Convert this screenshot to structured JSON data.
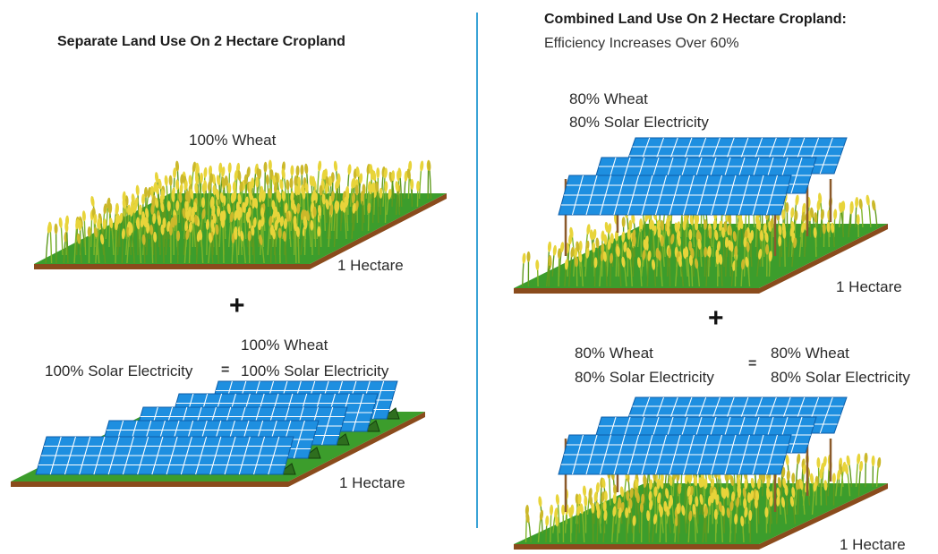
{
  "left": {
    "title": "Separate Land Use On 2 Hectare Cropland",
    "top_field": {
      "label": "100% Wheat",
      "area": "1 Hectare"
    },
    "plus": "+",
    "solar_field": {
      "label": "100% Solar Electricity",
      "area": "1 Hectare"
    },
    "equals": "=",
    "total": {
      "line1": "100% Wheat",
      "line2": "100% Solar Electricity"
    }
  },
  "right": {
    "title": "Combined Land Use On 2 Hectare Cropland:",
    "subtitle": "Efficiency Increases Over 60%",
    "top_field": {
      "line1": "80% Wheat",
      "line2": "80% Solar Electricity",
      "area": "1 Hectare"
    },
    "plus": "+",
    "bottom_field": {
      "line1": "80% Wheat",
      "line2": "80% Solar Electricity",
      "area": "1 Hectare"
    },
    "equals": "=",
    "total": {
      "line1": "80% Wheat",
      "line2": "80% Solar Electricity"
    }
  },
  "colors": {
    "divider": "#3aa3d6",
    "grass": "#3c9d2c",
    "soil": "#8a4b1c",
    "wheat_yellow": "#e8d43a",
    "wheat_green": "#7fb52a",
    "panel_blue": "#1e8fe0",
    "post_brown": "#8b5a2b"
  }
}
